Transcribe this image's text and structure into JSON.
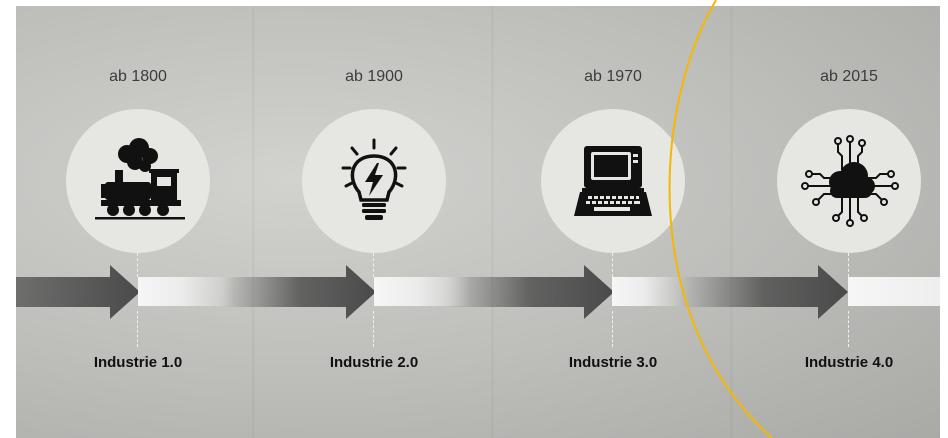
{
  "stages": [
    {
      "year": "ab 1800",
      "label": "Industrie 1.0",
      "icon": "steam-locomotive-icon"
    },
    {
      "year": "ab 1900",
      "label": "Industrie 2.0",
      "icon": "lightbulb-icon"
    },
    {
      "year": "ab 1970",
      "label": "Industrie 3.0",
      "icon": "computer-terminal-icon"
    },
    {
      "year": "ab 2015",
      "label": "Industrie 4.0",
      "icon": "cloud-network-icon"
    }
  ],
  "colors": {
    "accent_arc": "#f5b800",
    "arrow": "#4a4a4a",
    "circle": "#e6e6e3",
    "label_text": "#111111"
  }
}
